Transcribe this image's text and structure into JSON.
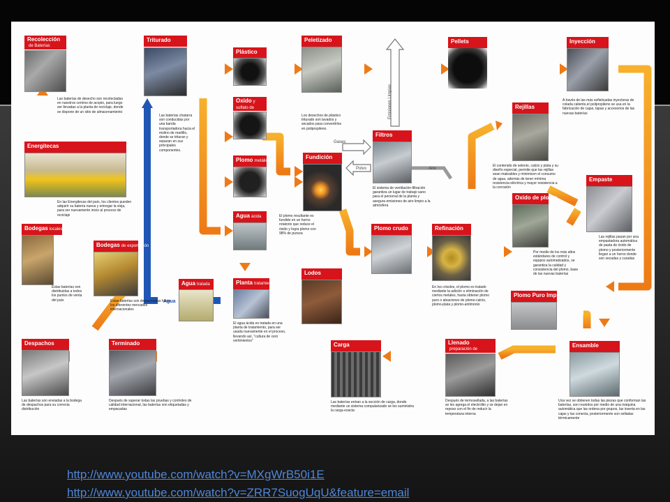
{
  "stages": {
    "recoleccion": {
      "title": "Recolección",
      "sub": "de Baterías",
      "desc": "Las baterías de desecho son recolectadas en nuestros centros de acopio, para luego ser llevadas a la planta de reciclaje, donde se dispone de un sitio de almacenamiento"
    },
    "triturado": {
      "title": "Triturado",
      "desc": "Las baterías chatarra son conducidas por una banda transportadora hacia el molino de martillo, donde se trituran y separan en sus principales componentes."
    },
    "plastico": {
      "title": "Plástico"
    },
    "oxido_sulfato": {
      "title": "Oxido",
      "sub": "y sulfato de plomo"
    },
    "plomo_metalico": {
      "title": "Plomo",
      "sub": "metálico"
    },
    "agua_acida": {
      "title": "Agua",
      "sub": "ácida"
    },
    "planta_tratamiento": {
      "title": "Planta",
      "sub": "tratamiento",
      "desc": "El agua ácida es tratada en una planta de tratamiento, para ser usada nuevamente en el proceso, llevando así, \"cultura de cero vertimientos\""
    },
    "agua_tratada": {
      "title": "Agua",
      "sub": "tratada"
    },
    "peletizado": {
      "title": "Peletizado",
      "desc": "Los desechos de plástico triturado son lavados y secados para convertirlos en polipropileno."
    },
    "pellets": {
      "title": "Pellets"
    },
    "inyeccion": {
      "title": "Inyección",
      "desc": "A través de las más sofisticadas inyectoras de colada caliente,el polipropileno se usa en la fabricación de cajas, tapas y accesorios de las nuevas baterías"
    },
    "fundicion": {
      "title": "Fundición",
      "desc": "El plomo resultante es fundido en un horno rotatorio que reduce el óxido y logra plomo con 98% de pureza"
    },
    "filtros": {
      "title": "Filtros",
      "desc": "El sistema de ventilación-filtración garantiza un lugar de trabajo sano para el personal de la planta y asegura emisiones de aire limpio a la atmósfera"
    },
    "rejillas": {
      "title": "Rejillas",
      "desc": "El contenido de selenio, calcio y plata y su diseño especial, permite que las rejillas sean maleables y minimicen el consumo de agua, además de tener mínima resistencia eléctrica y mayor resistencia a la corrosión"
    },
    "empaste": {
      "title": "Empaste",
      "desc": "Las rejillas pasan por una empastadora automática de pasta de óxido de plomo y posteriormente llegan a un horno donde son secadas y curadas"
    },
    "oxido_plomo": {
      "title": "Oxido de plomo",
      "desc": "Por medio de los más altos estándares de control y equipos automatizados, se garantiza la calidad y consistencia del plomo, base de las nuevas baterías"
    },
    "plomo_puro": {
      "title": "Plomo Puro Imp."
    },
    "plomo_crudo": {
      "title": "Plomo crudo"
    },
    "refinacion": {
      "title": "Refinación",
      "desc": "En los crisoles, el plomo es tratado mediante la adición o eliminación de ciertos metales, hasta obtener plomo puro o aleaciones de plomo-calcio, plomo-plata y plomo-antimonio"
    },
    "lodos": {
      "title": "Lodos"
    },
    "energitecas": {
      "title": "Energitecas",
      "desc": "En las Energitecas del país, los clientes pueden adquirir su batería nueva y entregar la vieja, para ser nuevamente inicio al proceso de reciclaje"
    },
    "bodegas_locales": {
      "title": "Bodegas",
      "sub": "locales",
      "desc": "Estas baterías son distribuidas a todos los puntos de venta del país"
    },
    "bodegas_exportacion": {
      "title": "Bodegas",
      "sub": "de exportación",
      "desc": "Estas baterías son despachadas hacia los diferentes mercados internacionales"
    },
    "despachos": {
      "title": "Despachos",
      "desc": "Las baterías son enviadas a la bodega de despachos para su correcta distribución"
    },
    "terminado": {
      "title": "Terminado",
      "desc": "Después de superar todas las pruebas y controles de calidad internacional, las baterías son etiquetadas y empacadas"
    },
    "carga": {
      "title": "Carga",
      "desc": "Las baterías entran a la sección de carga, donde mediante un sistema computarizado se les suministra la carga exacta"
    },
    "llenado": {
      "title": "Llenado",
      "sub": "preparación de electrolito",
      "desc": "Después de termosellada, a las baterías se les agrega el electrolito y se dejan en reposo con el fin de reducir la temperatura interna"
    },
    "ensamble": {
      "title": "Ensamble",
      "desc": "Una vez se obtienen todas las piezas que conforman las baterías, son reunidos por medio de una máquina automática que las ordena por grupos, las inserta en las cajas y las conecta, posteriormente son selladas térmicamente"
    }
  },
  "flow_labels": {
    "gases": "Gases",
    "polvo": "Polvo",
    "aire": "Aire",
    "agua": "Agua",
    "emisiones": "Emisiones Limpias"
  },
  "links": [
    "http://www.youtube.com/watch?v=MXgWrB50i1E",
    "http://www.youtube.com/watch?v=ZRR7SuogUqU&feature=email"
  ],
  "colors": {
    "tag_red": "#d7141b",
    "arrow_orange": "#f08a1c",
    "arrow_blue": "#1f56b5",
    "link_blue": "#4f86d8"
  }
}
